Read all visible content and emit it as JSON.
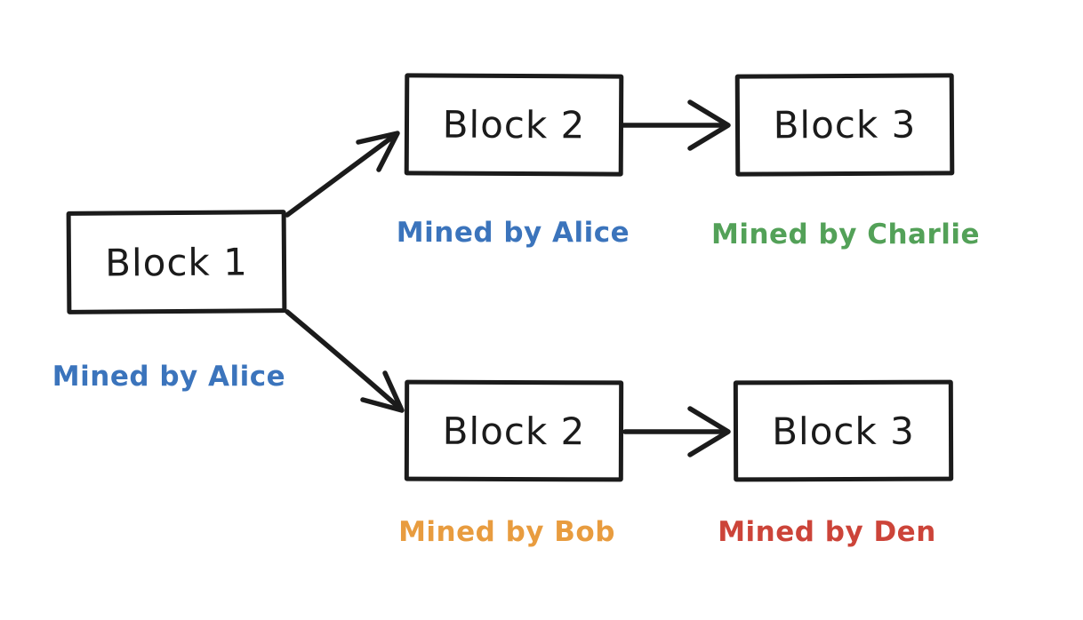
{
  "canvas": {
    "background_color": "#ffffff",
    "stroke_color": "#1b1b1b"
  },
  "nodes": {
    "block1": {
      "label": "Block 1"
    },
    "block2_top": {
      "label": "Block 2"
    },
    "block3_top": {
      "label": "Block 3"
    },
    "block2_bottom": {
      "label": "Block 2"
    },
    "block3_bottom": {
      "label": "Block 3"
    }
  },
  "miners": {
    "block1": {
      "text": "Mined by Alice",
      "color": "#3b74bc"
    },
    "block2_top": {
      "text": "Mined by Alice",
      "color": "#3b74bc"
    },
    "block3_top": {
      "text": "Mined by Charlie",
      "color": "#53a158"
    },
    "block2_bottom": {
      "text": "Mined by Bob",
      "color": "#e89c3f"
    },
    "block3_bottom": {
      "text": "Mined by Den",
      "color": "#cc4439"
    }
  },
  "edges": [
    {
      "from": "block1",
      "to": "block2_top"
    },
    {
      "from": "block1",
      "to": "block2_bottom"
    },
    {
      "from": "block2_top",
      "to": "block3_top"
    },
    {
      "from": "block2_bottom",
      "to": "block3_bottom"
    }
  ]
}
